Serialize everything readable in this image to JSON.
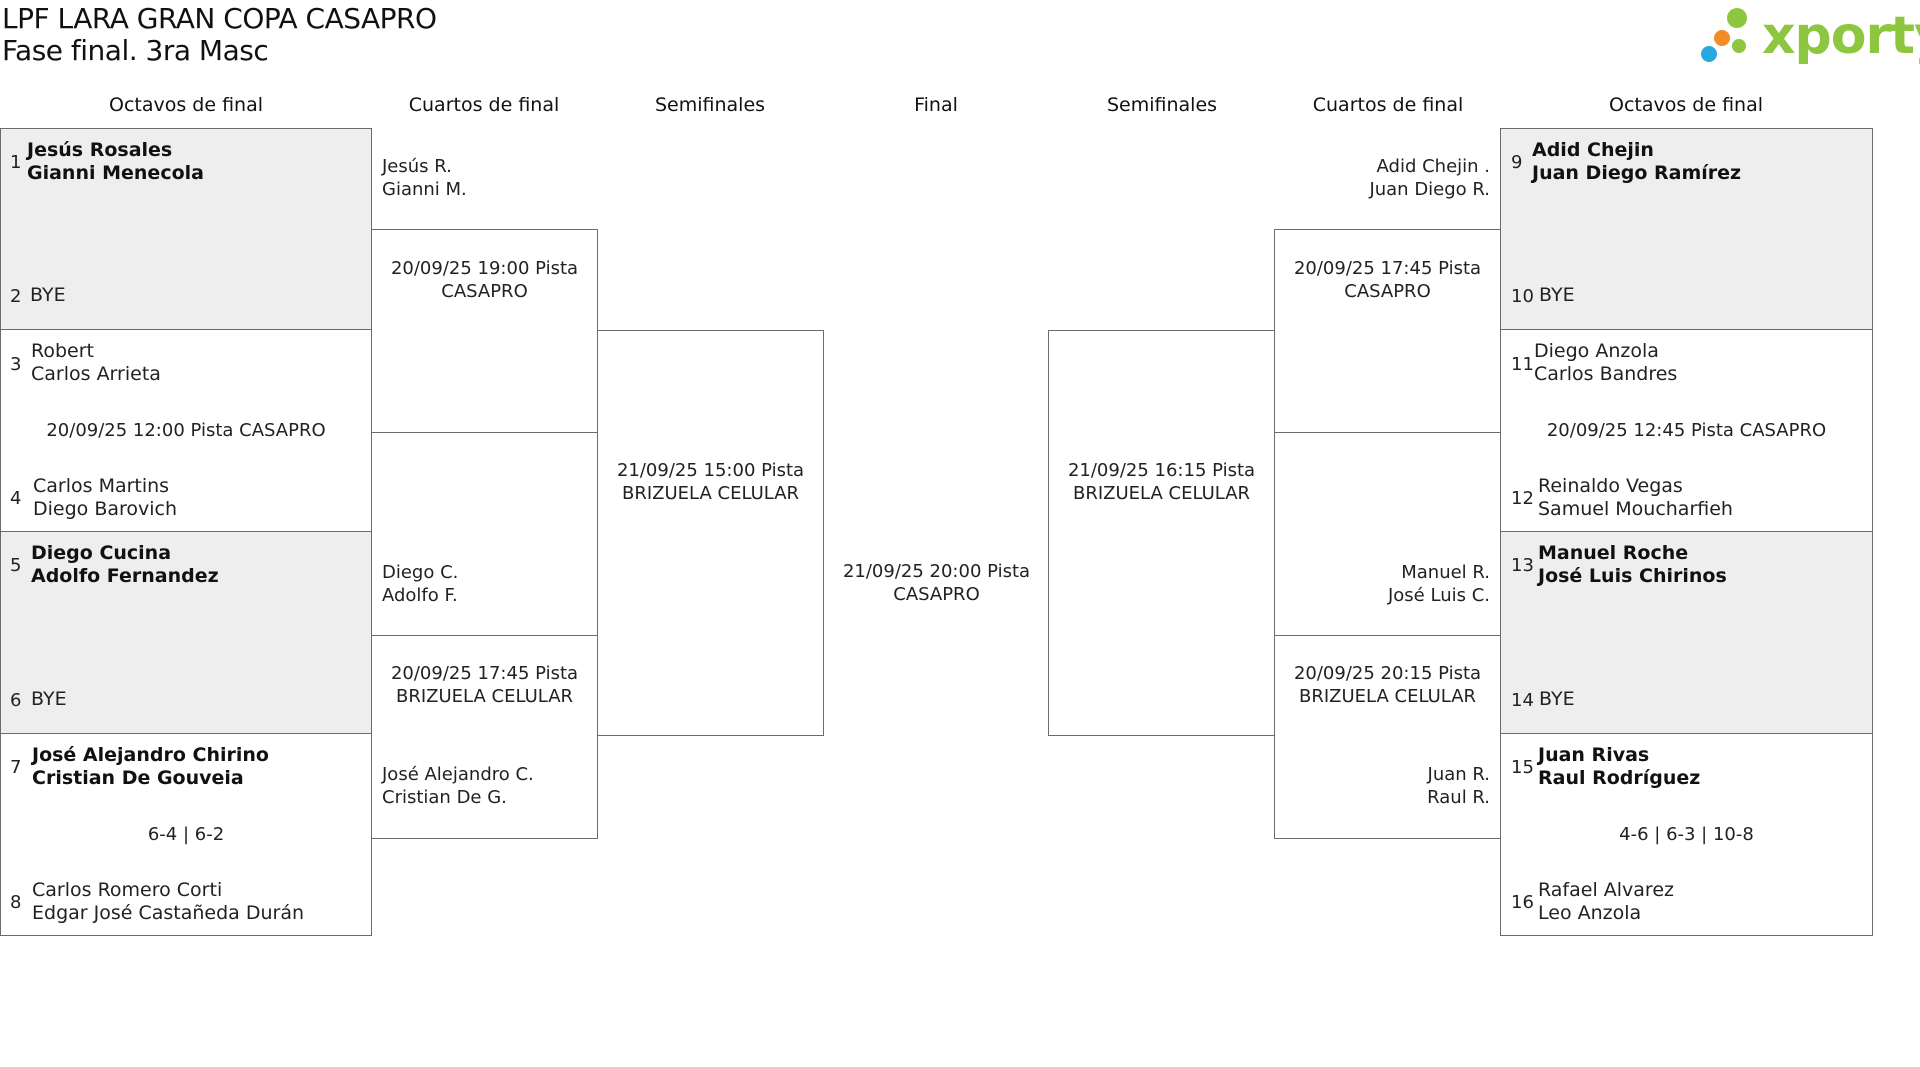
{
  "header": {
    "title": "LPF LARA GRAN COPA CASAPRO",
    "subtitle": "Fase final. 3ra Masc",
    "logo_text": "xporty",
    "logo_colors": [
      "#8dc63f",
      "#f28c28",
      "#29a8e0"
    ]
  },
  "columns": {
    "left_r16": "Octavos de final",
    "left_qf": "Cuartos de final",
    "left_sf": "Semifinales",
    "final": "Final",
    "right_sf": "Semifinales",
    "right_qf": "Cuartos de final",
    "right_r16": "Octavos de final"
  },
  "left": {
    "r16": [
      {
        "seed_a": "1",
        "team_a": [
          "Jesús Rosales",
          "Gianni Menecola"
        ],
        "seed_b": "2",
        "team_b": [
          "BYE"
        ],
        "info": ""
      },
      {
        "seed_a": "3",
        "team_a": [
          "Robert",
          "Carlos Arrieta"
        ],
        "seed_b": "4",
        "team_b": [
          "Carlos Martins",
          "Diego Barovich"
        ],
        "info": "20/09/25 12:00 Pista CASAPRO"
      },
      {
        "seed_a": "5",
        "team_a": [
          "Diego Cucina",
          "Adolfo Fernandez"
        ],
        "seed_b": "6",
        "team_b": [
          "BYE"
        ],
        "info": ""
      },
      {
        "seed_a": "7",
        "team_a": [
          "José Alejandro Chirino",
          "Cristian De Gouveia"
        ],
        "seed_b": "8",
        "team_b": [
          "Carlos Romero Corti",
          "Edgar José Castañeda Durán"
        ],
        "info": "6-4 | 6-2"
      }
    ],
    "qf": [
      {
        "team_a": [
          "Jesús R.",
          "Gianni M."
        ],
        "info": "20/09/25 19:00 Pista CASAPRO",
        "team_b": [
          "",
          ""
        ]
      },
      {
        "team_a": [
          "Diego C.",
          "Adolfo F."
        ],
        "info": "20/09/25 17:45 Pista BRIZUELA CELULAR",
        "team_b": [
          "José Alejandro C.",
          "Cristian De G."
        ]
      }
    ],
    "sf": {
      "info": "21/09/25 15:00 Pista BRIZUELA CELULAR"
    }
  },
  "final": {
    "info": "21/09/25 20:00 Pista CASAPRO"
  },
  "right": {
    "r16": [
      {
        "seed_a": "9",
        "team_a": [
          "Adid Chejin",
          "Juan Diego Ramírez"
        ],
        "seed_b": "10",
        "team_b": [
          "BYE"
        ],
        "info": ""
      },
      {
        "seed_a": "11",
        "team_a": [
          "Diego Anzola",
          "Carlos Bandres"
        ],
        "seed_b": "12",
        "team_b": [
          "Reinaldo Vegas",
          "Samuel Moucharfieh"
        ],
        "info": "20/09/25 12:45 Pista CASAPRO"
      },
      {
        "seed_a": "13",
        "team_a": [
          "Manuel Roche",
          "José Luis Chirinos"
        ],
        "seed_b": "14",
        "team_b": [
          "BYE"
        ],
        "info": ""
      },
      {
        "seed_a": "15",
        "team_a": [
          "Juan Rivas",
          "Raul Rodríguez"
        ],
        "seed_b": "16",
        "team_b": [
          "Rafael Alvarez",
          "Leo Anzola"
        ],
        "info": "4-6 | 6-3 | 10-8"
      }
    ],
    "qf": [
      {
        "team_a": [
          "Adid Chejin .",
          "Juan Diego R."
        ],
        "info": "20/09/25 17:45 Pista CASAPRO",
        "team_b": [
          "",
          ""
        ]
      },
      {
        "team_a": [
          "Manuel R.",
          "José Luis C."
        ],
        "info": "20/09/25 20:15 Pista BRIZUELA CELULAR",
        "team_b": [
          "Juan R.",
          "Raul R."
        ]
      }
    ],
    "sf": {
      "info": "21/09/25 16:15 Pista BRIZUELA CELULAR"
    }
  }
}
